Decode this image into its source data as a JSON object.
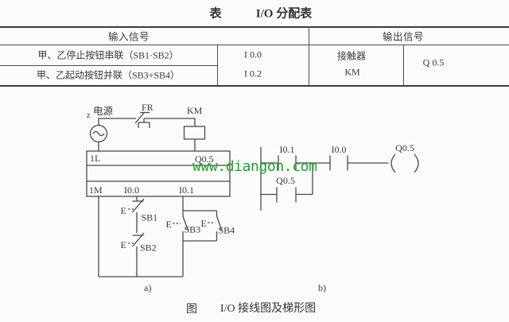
{
  "colors": {
    "paper": "#fbfbf9",
    "ink": "#3a3a3a",
    "diagram_line": "#4a4a4a",
    "watermark_green": "#22a038"
  },
  "title": {
    "prefix": "表",
    "text": "I/O 分配表"
  },
  "io_table": {
    "input_header": "输入信号",
    "output_header": "输出信号",
    "rows": [
      {
        "desc": "甲、乙停止按钮串联（SB1·SB2）",
        "addr": "I 0.0"
      },
      {
        "desc": "甲、乙起动按钮并联（SB3+SB4）",
        "addr": "I 0.2"
      }
    ],
    "output_device": "接触器",
    "output_name": "KM",
    "output_addr": "Q 0.5"
  },
  "wiring": {
    "power_note": "z",
    "power_label": "电源",
    "fr_label": "FR",
    "km_label": "KM",
    "terminals": {
      "t1l": "1L",
      "tq05": "Q0.5",
      "t1m": "1M",
      "ti00": "I0.0",
      "ti01": "I0.1"
    },
    "actuator": "E",
    "sb1": "SB1",
    "sb2": "SB2",
    "sb3": "SB3",
    "sb4": "SB4",
    "sub_label": "a)"
  },
  "ladder": {
    "contact_i01": "I0.1",
    "contact_i00": "I0.0",
    "branch_contact_q05": "Q0.5",
    "coil_label": "Q0.5",
    "sub_label": "b)"
  },
  "watermark": "www.diangon.com",
  "caption": {
    "prefix": "图",
    "text": "I/O 接线图及梯形图"
  }
}
